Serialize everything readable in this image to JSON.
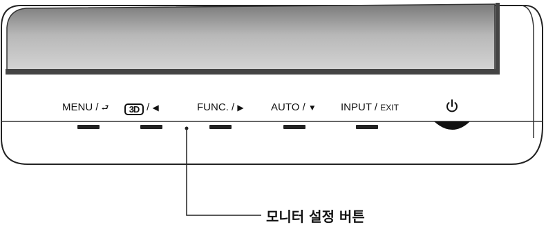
{
  "buttons": {
    "menu": {
      "label": "MENU /",
      "icon": "return-icon",
      "glyph": "⮐"
    },
    "threed": {
      "badge": "3D",
      "suffix": "/",
      "icon": "left-triangle-icon",
      "glyph": "◀"
    },
    "func": {
      "label": "FUNC. /",
      "icon": "right-triangle-icon",
      "glyph": "▶"
    },
    "auto": {
      "label": "AUTO /",
      "icon": "down-triangle-icon",
      "glyph": "▼"
    },
    "input": {
      "label": "INPUT /",
      "exit": "EXIT"
    },
    "power": {
      "icon": "power-icon"
    }
  },
  "callout": {
    "text": "모니터 설정 버튼"
  },
  "colors": {
    "screen_dark": "#6a6a6a",
    "screen_light": "#d8d8d8",
    "bezel": "#f4f4f4",
    "line": "#222222"
  }
}
